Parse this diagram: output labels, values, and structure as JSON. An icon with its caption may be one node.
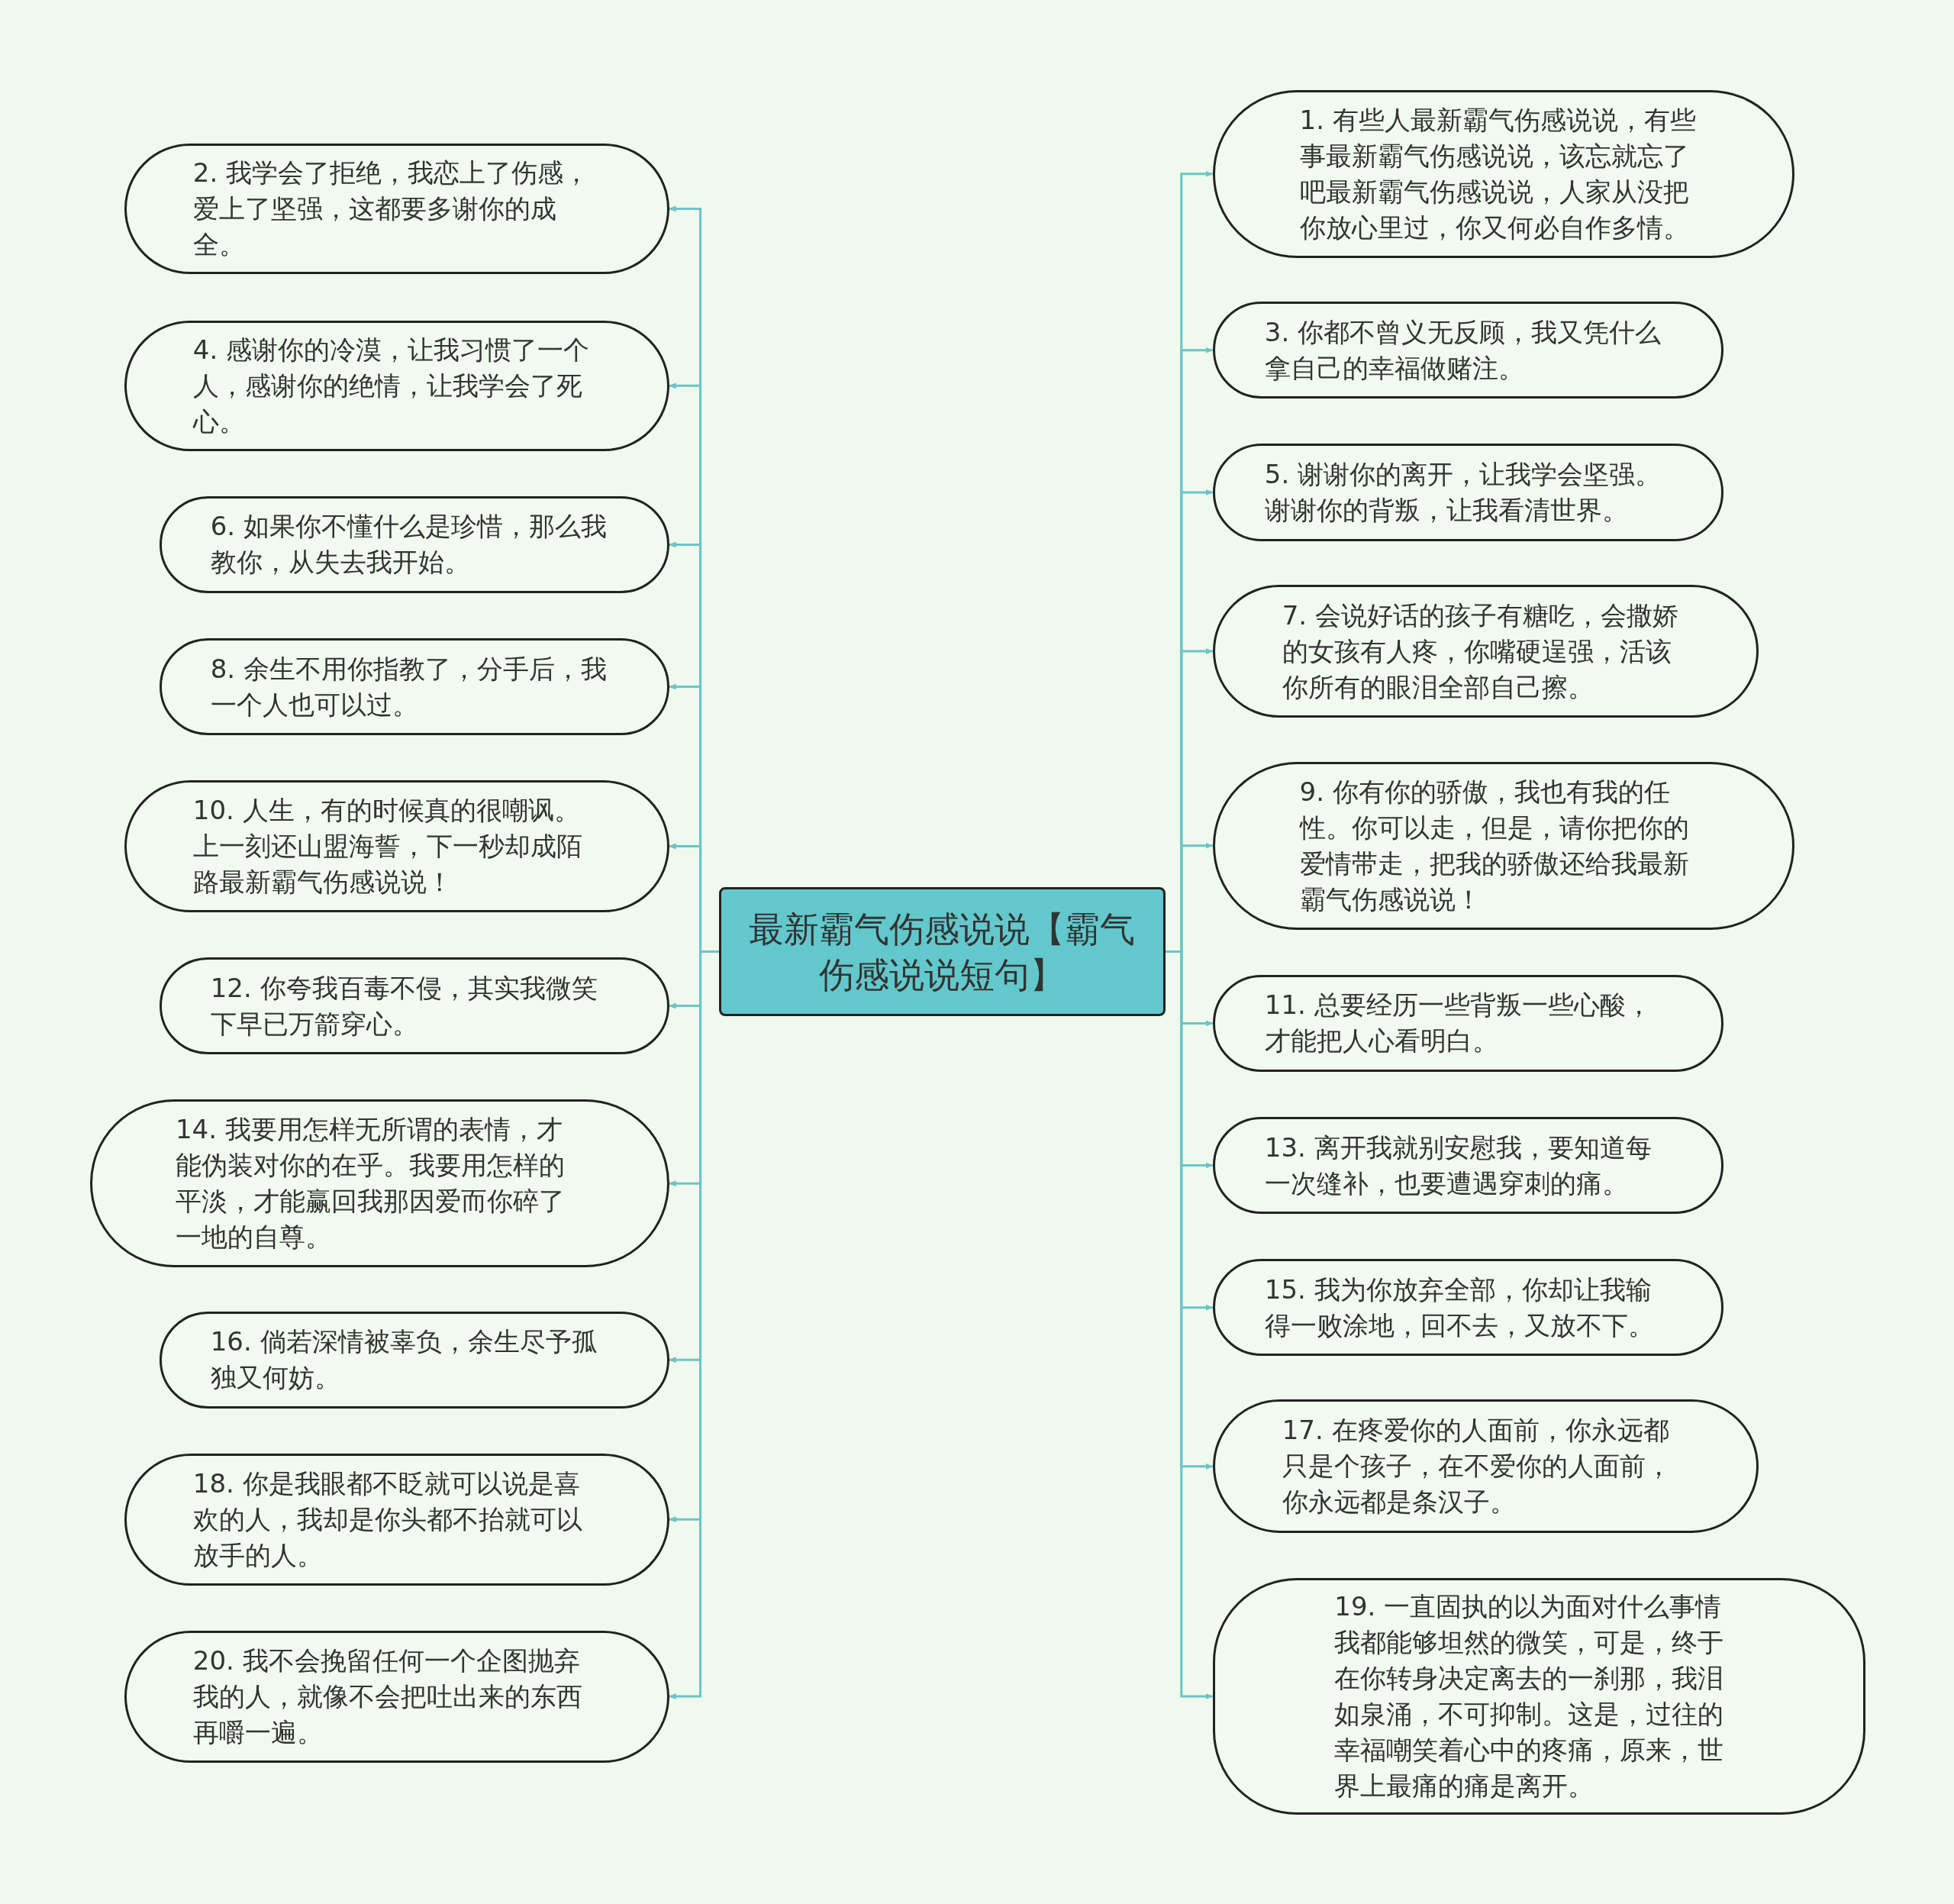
{
  "diagram": {
    "nodes": [
      {
        "text": [
          "最新霸气伤感说说【霸气伤感说说短句】"
        ]
      },
      {
        "text": [
          "1. 有些人最新霸气伤感说说，有些事最新霸气伤感说说，该忘就忘了吧最新霸气伤感说说，人家从没把你放心里过，你又何必自作多情。"
        ]
      },
      {
        "text": [
          "2. 我学会了拒绝，我恋上了伤感，爱上了坚强，这都要多谢你的成全。"
        ]
      },
      {
        "text": [
          "3. 你都不曾义无反顾，我又凭什么拿自己的幸福做赌注。"
        ]
      },
      {
        "text": [
          "4. 感谢你的冷漠，让我习惯了一个人，感谢你的绝情，让我学会了死心。"
        ]
      },
      {
        "text": [
          "5. 谢谢你的离开，让我学会坚强。谢谢你的背叛，让我看清世界。"
        ]
      },
      {
        "text": [
          "6. 如果你不懂什么是珍惜，那么我教你，从失去我开始。"
        ]
      },
      {
        "text": [
          "7. 会说好话的孩子有糖吃，会撒娇的女孩有人疼，你嘴硬逞强，活该你所有的眼泪全部自己擦。"
        ]
      },
      {
        "text": [
          "8. 余生不用你指教了，分手后，我一个人也可以过。"
        ]
      },
      {
        "text": [
          "9. 你有你的骄傲，我也有我的任性。你可以走，但是，请你把你的爱情带走，把我的骄傲还给我最新霸气伤感说说！"
        ]
      },
      {
        "text": [
          "10. 人生，有的时候真的很嘲讽。上一刻还山盟海誓，下一秒却成陌路最新霸气伤感说说！"
        ]
      },
      {
        "text": [
          "11. 总要经历一些背叛一些心酸，才能把人心看明白。"
        ]
      },
      {
        "text": [
          "12. 你夸我百毒不侵，其实我微笑下早已万箭穿心。"
        ]
      },
      {
        "text": [
          "13. 离开我就别安慰我，要知道每一次缝补，也要遭遇穿刺的痛。"
        ]
      },
      {
        "text": [
          "14. 我要用怎样无所谓的表情，才能伪装对你的在乎。我要用怎样的平淡，才能赢回我那因爱而你碎了一地的自尊。"
        ]
      },
      {
        "text": [
          "15. 我为你放弃全部，你却让我输得一败涂地，回不去，又放不下。"
        ]
      },
      {
        "text": [
          "16. 倘若深情被辜负，余生尽予孤独又何妨。"
        ]
      },
      {
        "text": [
          "17. 在疼爱你的人面前，你永远都只是个孩子，在不爱你的人面前，你永远都是条汉子。"
        ]
      },
      {
        "text": [
          "18. 你是我眼都不眨就可以说是喜欢的人，我却是你头都不抬就可以放手的人。"
        ]
      },
      {
        "text": [
          "19. 一直固执的以为面对什么事情我都能够坦然的微笑，可是，终于在你转身决定离去的一刹那，我泪如泉涌，不可抑制。这是，过往的幸福嘲笑着心中的疼痛，原来，世界上最痛的痛是离开。"
        ]
      },
      {
        "text": [
          "20. 我不会挽留任何一个企图抛弃我的人，就像不会把吐出来的东西再嚼一遍。"
        ]
      }
    ],
    "edges": [
      {
        "from": 0,
        "to": 1,
        "arrow": "to"
      },
      {
        "from": 0,
        "to": 2,
        "arrow": "to"
      },
      {
        "from": 0,
        "to": 3,
        "arrow": "to"
      },
      {
        "from": 0,
        "to": 4,
        "arrow": "to"
      },
      {
        "from": 0,
        "to": 5,
        "arrow": "to"
      },
      {
        "from": 0,
        "to": 6,
        "arrow": "to"
      },
      {
        "from": 0,
        "to": 7,
        "arrow": "to"
      },
      {
        "from": 0,
        "to": 8,
        "arrow": "to"
      },
      {
        "from": 0,
        "to": 9,
        "arrow": "to"
      },
      {
        "from": 0,
        "to": 10,
        "arrow": "to"
      },
      {
        "from": 0,
        "to": 11,
        "arrow": "to"
      },
      {
        "from": 0,
        "to": 12,
        "arrow": "to"
      },
      {
        "from": 0,
        "to": 13,
        "arrow": "to"
      },
      {
        "from": 0,
        "to": 14,
        "arrow": "to"
      },
      {
        "from": 0,
        "to": 15,
        "arrow": "to"
      },
      {
        "from": 0,
        "to": 16,
        "arrow": "to"
      },
      {
        "from": 0,
        "to": 17,
        "arrow": "to"
      },
      {
        "from": 0,
        "to": 18,
        "arrow": "to"
      },
      {
        "from": 0,
        "to": 19,
        "arrow": "to"
      },
      {
        "from": 0,
        "to": 20,
        "arrow": "to"
      }
    ]
  }
}
